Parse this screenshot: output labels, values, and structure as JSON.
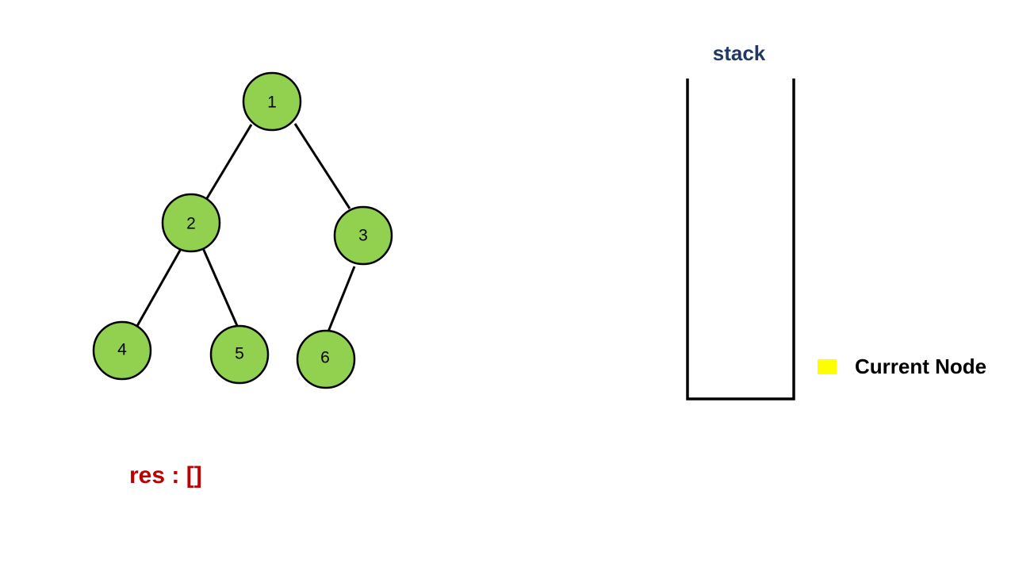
{
  "tree": {
    "node_fill": "#92d050",
    "nodes": [
      {
        "id": "n1",
        "label": "1"
      },
      {
        "id": "n2",
        "label": "2"
      },
      {
        "id": "n3",
        "label": "3"
      },
      {
        "id": "n4",
        "label": "4"
      },
      {
        "id": "n5",
        "label": "5"
      },
      {
        "id": "n6",
        "label": "6"
      }
    ],
    "edges": [
      {
        "from": "n1",
        "to": "n2"
      },
      {
        "from": "n1",
        "to": "n3"
      },
      {
        "from": "n2",
        "to": "n4"
      },
      {
        "from": "n2",
        "to": "n5"
      },
      {
        "from": "n3",
        "to": "n6"
      }
    ]
  },
  "stack": {
    "title": "stack",
    "title_color": "#1f3864",
    "items": []
  },
  "legend": {
    "swatch_color": "#ffff00",
    "label": "Current Node"
  },
  "result": {
    "text": "res : []",
    "color": "#c00000"
  }
}
